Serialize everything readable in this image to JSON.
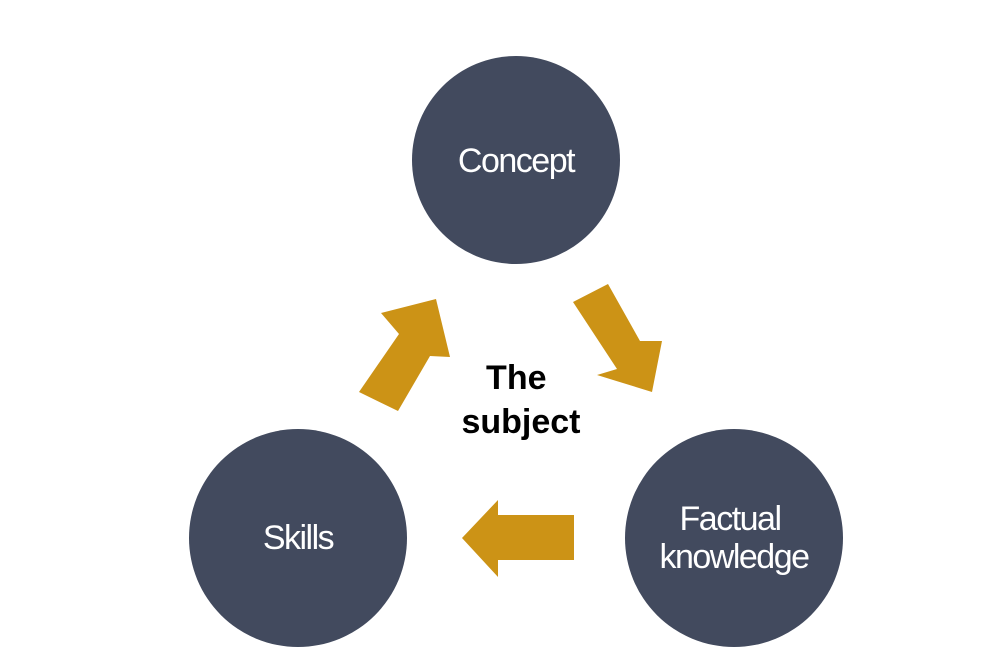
{
  "diagram": {
    "center_label_lines": [
      "The",
      "subject"
    ],
    "nodes": [
      {
        "id": "concept",
        "label_lines": [
          "Concept"
        ]
      },
      {
        "id": "factual-knowledge",
        "label_lines": [
          "Factual",
          "knowledge"
        ]
      },
      {
        "id": "skills",
        "label_lines": [
          "Skills"
        ]
      }
    ],
    "edges": [
      {
        "from": "concept",
        "to": "factual-knowledge"
      },
      {
        "from": "factual-knowledge",
        "to": "skills"
      },
      {
        "from": "skills",
        "to": "concept"
      }
    ],
    "colors": {
      "node_fill": "#424a5e",
      "node_text": "#ffffff",
      "arrow": "#cc9316",
      "center_text": "#000000",
      "background": "#ffffff"
    }
  }
}
